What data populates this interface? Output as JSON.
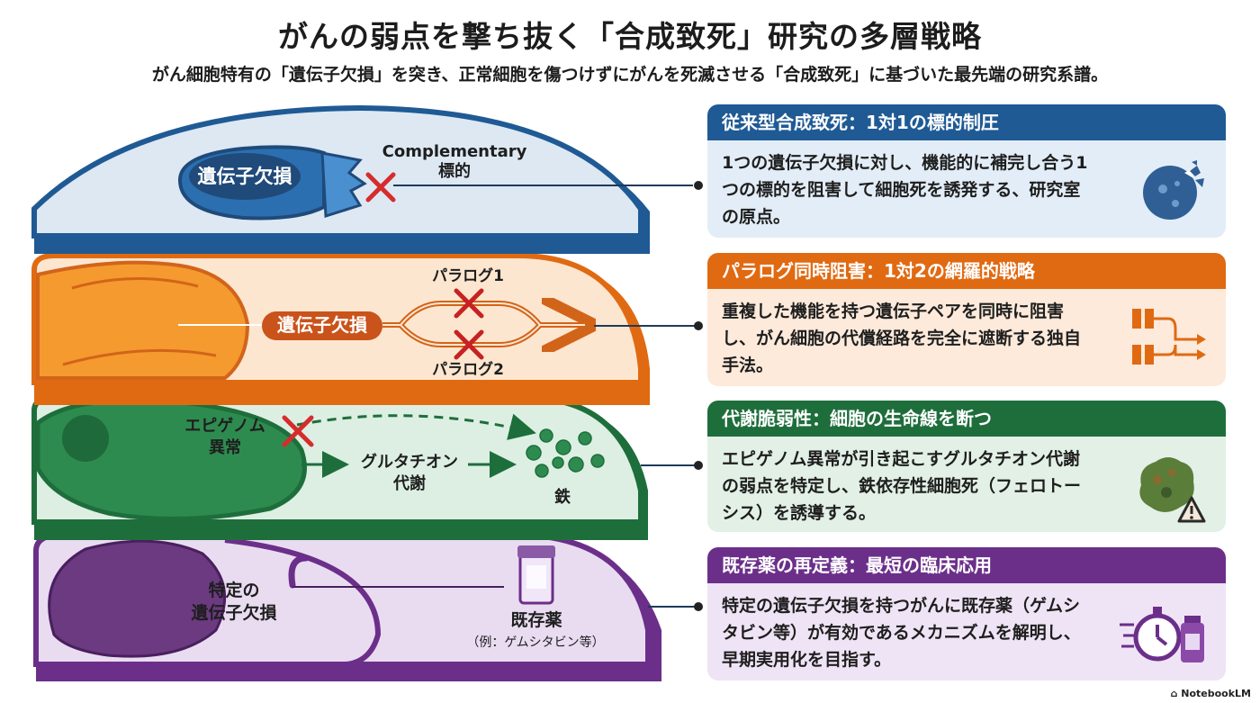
{
  "title": "がんの弱点を撃ち抜く「合成致死」研究の多層戦略",
  "subtitle": "がん細胞特有の「遺伝子欠損」を突き、正常細胞を傷つけずにがんを死滅させる「合成致死」に基づいた最先端の研究系譜。",
  "layers": {
    "blue": {
      "gene": "遺伝子欠損",
      "target_en": "Complementary",
      "target_jp": "標的"
    },
    "orange": {
      "gene": "遺伝子欠損",
      "paralog1": "パラログ1",
      "paralog2": "パラログ2"
    },
    "green": {
      "epi_line1": "エピゲノム",
      "epi_line2": "異常",
      "glu_line1": "グルタチオン",
      "glu_line2": "代謝",
      "iron": "鉄"
    },
    "purple": {
      "gene_line1": "特定の",
      "gene_line2": "遺伝子欠損",
      "drug": "既存薬",
      "drug_example": "（例：ゲムシタビン等）"
    }
  },
  "cards": [
    {
      "header": "従来型合成致死：1対1の標的制圧",
      "body": "1つの遺伝子欠損に対し、機能的に補完し合う1つの標的を阻害して細胞死を誘発する、研究室の原点。",
      "icon": "cancer-cell-icon",
      "color": "#1f5a94"
    },
    {
      "header": "パラログ同時阻害：1対2の網羅的戦略",
      "body": "重複した機能を持つ遺伝子ペアを同時に阻害し、がん細胞の代償経路を完全に遮断する独自手法。",
      "icon": "dual-block-icon",
      "color": "#e06a12"
    },
    {
      "header": "代謝脆弱性：細胞の生命線を断つ",
      "body": "エピゲノム異常が引き起こすグルタチオン代謝の弱点を特定し、鉄依存性細胞死（フェロトーシス）を誘導する。",
      "icon": "ferroptosis-warning-icon",
      "color": "#1e6e3c"
    },
    {
      "header": "既存薬の再定義：最短の臨床応用",
      "body": "特定の遺伝子欠損を持つがんに既存薬（ゲムシタビン等）が有効であるメカニズムを解明し、早期実用化を目指す。",
      "icon": "stopwatch-drug-icon",
      "color": "#6b2f8a"
    }
  ],
  "brand": "NotebookLM"
}
